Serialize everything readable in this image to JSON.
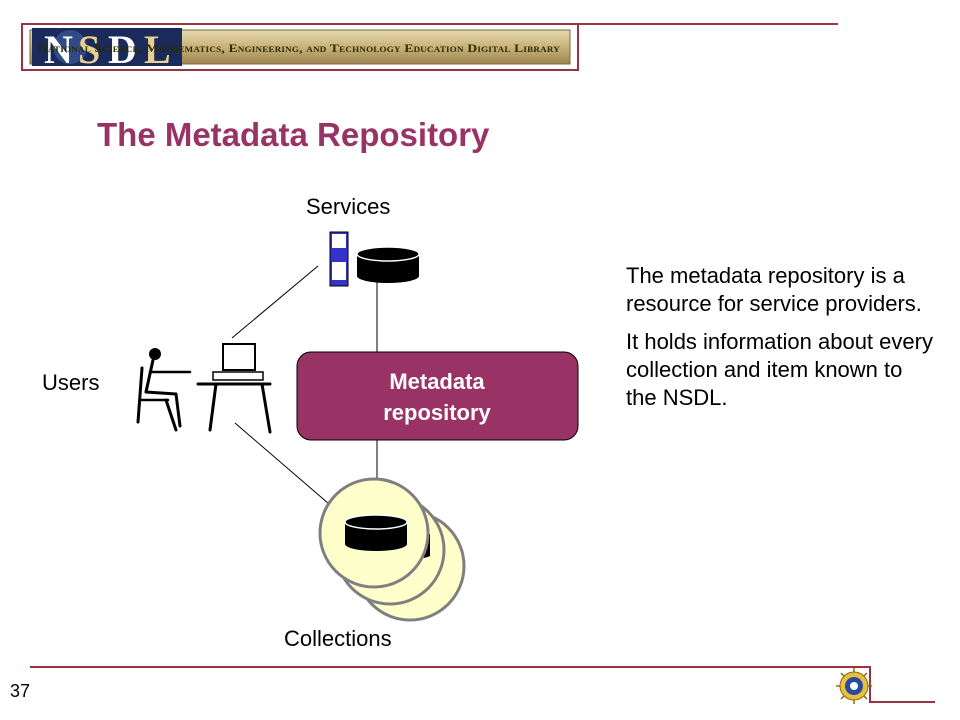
{
  "header": {
    "logo_letters": [
      "N",
      "S",
      "D",
      "L"
    ],
    "banner_text": "National Science, Mathematics, Engineering, and Technology Education Digital Library"
  },
  "slide": {
    "title": "The Metadata Repository",
    "page_number": "37"
  },
  "diagram": {
    "services_label": "Services",
    "users_label": "Users",
    "collections_label": "Collections",
    "repository_line1": "Metadata",
    "repository_line2": "repository"
  },
  "description": {
    "paragraph1": "The metadata repository is a resource for service providers.",
    "paragraph2": "It holds information about every collection and item known to the NSDL."
  },
  "colors": {
    "accent": "#993366",
    "collection_fill": "#ffffcc",
    "server_blue": "#3333cc",
    "banner_gold": "#c9b27a"
  },
  "icons": {
    "footer": "nsf-seal-icon"
  }
}
